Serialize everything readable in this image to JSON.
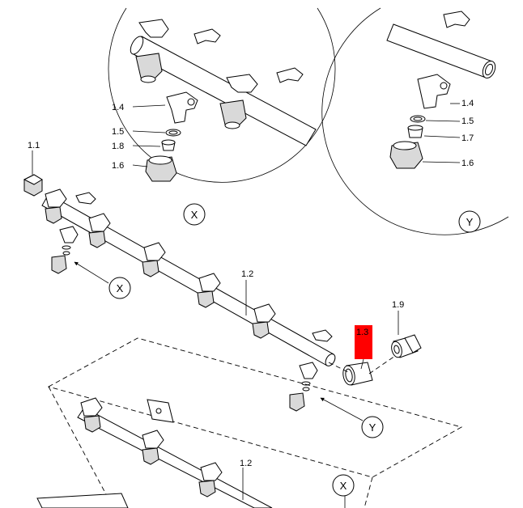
{
  "diagram": {
    "labels": {
      "detail_x_1_4": "1.4",
      "detail_x_1_5": "1.5",
      "detail_x_1_8": "1.8",
      "detail_x_1_6": "1.6",
      "detail_y_1_4": "1.4",
      "detail_y_1_5": "1.5",
      "detail_y_1_7": "1.7",
      "detail_y_1_6": "1.6",
      "part_1_1": "1.1",
      "part_1_2_upper": "1.2",
      "part_1_3": "1.3",
      "part_1_9": "1.9",
      "part_1_2_lower": "1.2"
    },
    "view_markers": {
      "detail_x": "X",
      "detail_y": "Y",
      "boom_x": "X",
      "boom_y": "Y",
      "bottom_x": "X"
    },
    "highlight_color": "#ff0000"
  }
}
